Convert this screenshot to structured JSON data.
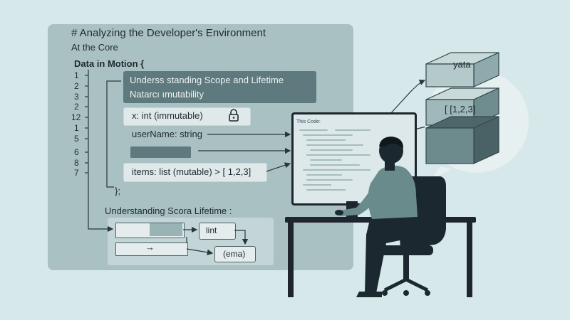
{
  "panel": {
    "heading": "# Analyzing the Developer's Environment",
    "subheading": "At the Core",
    "block_open": "Data in Motion {",
    "block_close": "};",
    "line_numbers": [
      "1",
      "2",
      "3",
      "2",
      "12",
      "1",
      "5",
      "6",
      "8",
      "7"
    ],
    "banner": {
      "line1": "Underss standing Scope and Lifetime",
      "line2": "Natarcı ımutability"
    },
    "fields": [
      {
        "label": "x: int (immutable)",
        "icon": "lock-icon"
      },
      {
        "label": "userName: string"
      },
      {
        "label": ""
      },
      {
        "label": "items: list (mutable) > [ 1,2,3]"
      }
    ],
    "lower_heading": "Understanding Scora Lifetime :",
    "diagram": {
      "arrow_glyph": "→",
      "node_a": "lint",
      "node_b": "(ema)"
    }
  },
  "monitor": {
    "title": "This Code:"
  },
  "stack": {
    "top_label": "yata",
    "middle_label": "[ [1,2,3]"
  },
  "colors": {
    "background": "#d7e8ea",
    "panel": "#a9c1c2",
    "banner": "#5e7a7e",
    "person_shirt": "#6a8b8c",
    "person_dark": "#1c2830",
    "desk": "#1e252c"
  }
}
